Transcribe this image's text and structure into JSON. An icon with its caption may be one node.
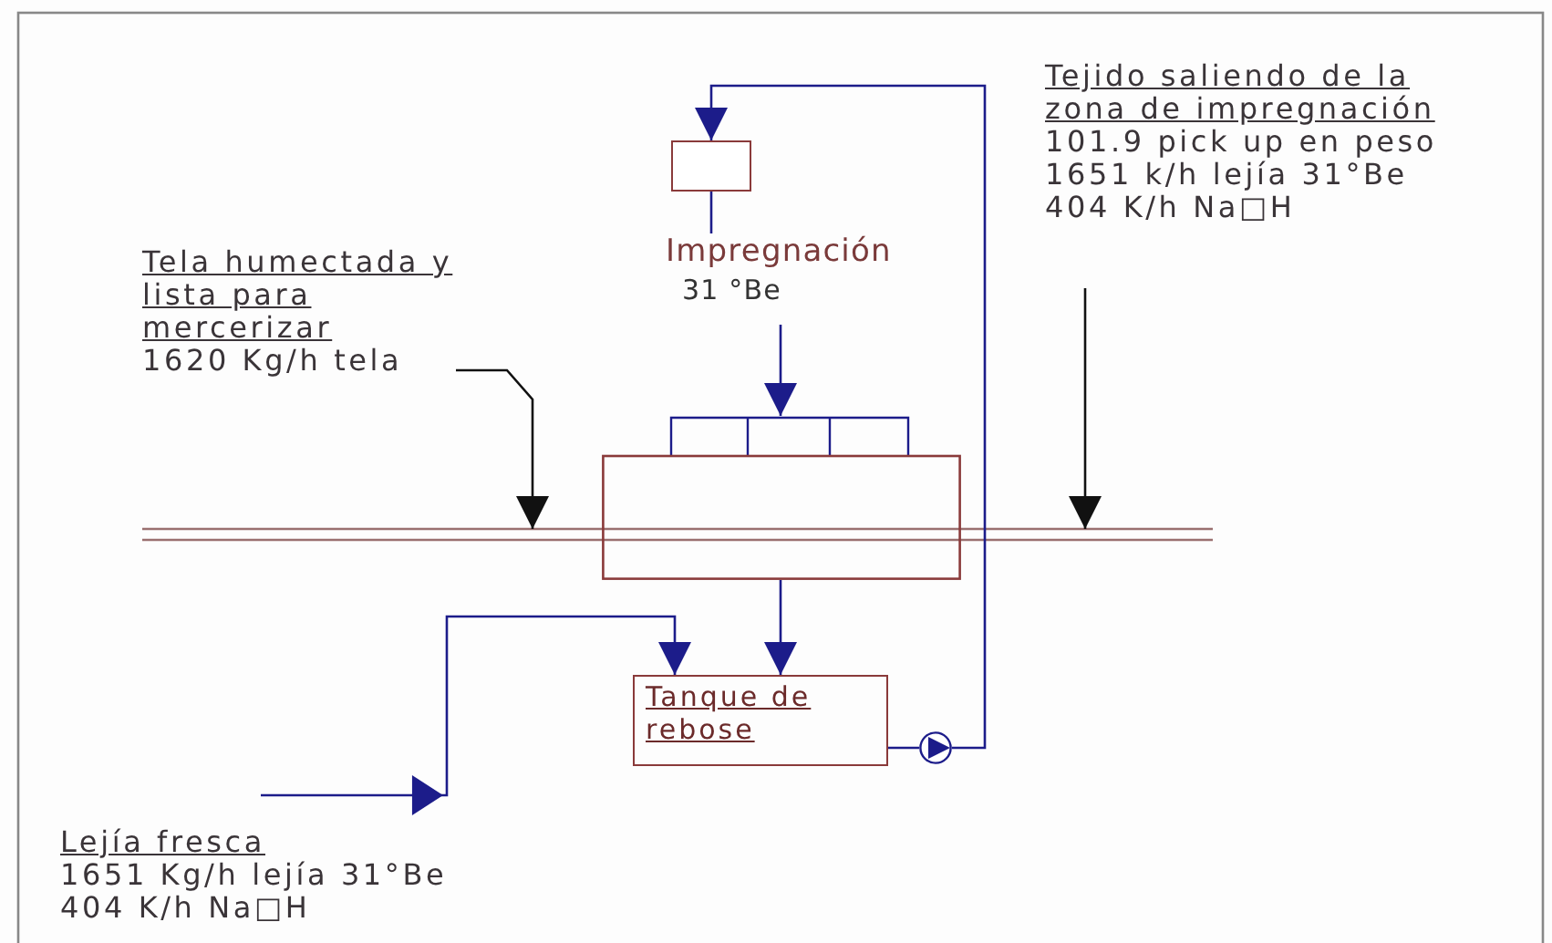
{
  "diagram": {
    "nodes": [
      {
        "text": [
          "Tela humectada y lista para mercerizar",
          "1620 Kg/h tela"
        ]
      },
      {
        "text": [],
        "shape": "box"
      },
      {
        "text": [
          "Impregnación",
          "31 °Be"
        ]
      },
      {
        "text": [],
        "shape": "box"
      },
      {
        "text": [
          "Tejido saliendo de la zona de impregnación",
          "101.9 pick up en peso",
          "1651 k/h lejía 31°Be",
          "404 K/h Na□H"
        ]
      },
      {
        "text": [
          "Tanque de rebose"
        ]
      },
      {
        "text": [],
        "shape": "circle"
      },
      {
        "text": [
          "Lejía fresca",
          "1651 Kg/h lejía 31°Be",
          "404  K/h Na□H"
        ]
      }
    ],
    "edges": [
      {
        "from": 6,
        "to": 1,
        "arrow": "to"
      },
      {
        "from": 1,
        "to": 2,
        "arrow": "none"
      },
      {
        "from": 2,
        "to": 3,
        "arrow": "to"
      },
      {
        "from": 3,
        "to": 5,
        "arrow": "to"
      },
      {
        "from": 7,
        "to": 5,
        "arrow": "to"
      },
      {
        "from": 5,
        "to": 6,
        "arrow": "none"
      },
      {
        "from": 0,
        "to": null,
        "arrow": "to",
        "color": "#111111"
      },
      {
        "from": 4,
        "to": null,
        "arrow": "to",
        "color": "#111111"
      }
    ]
  }
}
